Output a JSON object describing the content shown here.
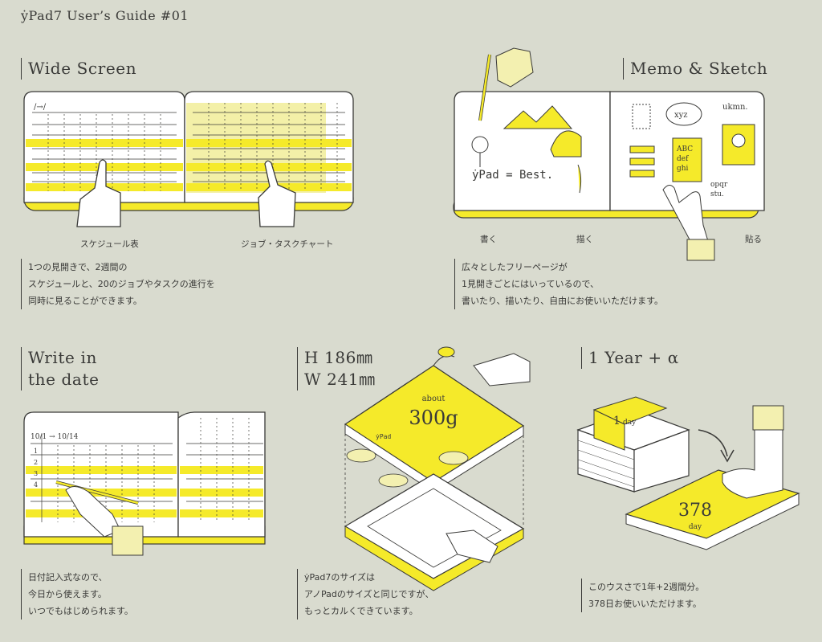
{
  "guide_title": "ẏPad7 User’s Guide #01",
  "colors": {
    "background": "#d9dbcf",
    "accent_yellow": "#f5ea2a",
    "ink": "#3a3a38",
    "paper": "#ffffff"
  },
  "sections": {
    "wide_screen": {
      "title": "Wide Screen",
      "label_left": "スケジュール表",
      "label_right": "ジョブ・タスクチャート",
      "caption": [
        "1つの見開きで、2週間の",
        "スケジュールと、20のジョブやタスクの進行を",
        "同時に見ることができます。"
      ]
    },
    "memo_sketch": {
      "title": "Memo & Sketch",
      "label_write": "書く",
      "label_draw": "描く",
      "label_paste": "貼る",
      "sketch_text": "ẏPad = Best.",
      "xyz": "xyz",
      "ukmn": "ukmn.",
      "abc": [
        "ABC",
        "def",
        "ghi"
      ],
      "opqr": [
        "opqr",
        "stu."
      ],
      "caption": [
        "広々としたフリーページが",
        "1見開きごとにはいっているので、",
        "書いたり、描いたり、自由にお使いいただけます。"
      ]
    },
    "write_date": {
      "title_lines": [
        "Write in",
        "the date"
      ],
      "date_header": "10/1 → 10/14",
      "row_numbers": [
        "1",
        "2",
        "3",
        "4"
      ],
      "caption": [
        "日付記入式なので、",
        "今日から使えます。",
        "いつでもはじめられます。"
      ]
    },
    "size": {
      "title_lines": [
        "H 186㎜",
        "W 241㎜"
      ],
      "weight_small": "about",
      "weight": "300g",
      "brand_on_cover": "ẏPad",
      "caption": [
        "ẏPad7のサイズは",
        "アノPadのサイズと同じですが、",
        "もっとカルくできています。"
      ]
    },
    "year": {
      "title": "1 Year + α",
      "one_day_number": "1",
      "one_day_unit": "day",
      "days_number": "378",
      "days_unit": "day",
      "caption": [
        "このウスさで1年+2週間分。",
        "378日お使いいただけます。"
      ]
    }
  }
}
